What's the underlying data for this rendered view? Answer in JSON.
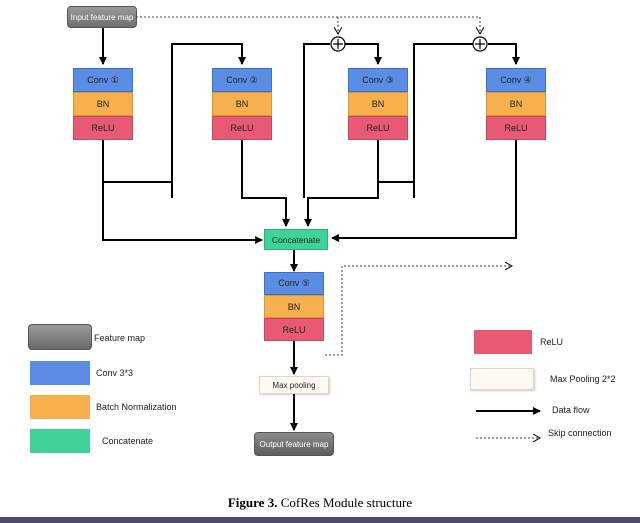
{
  "nodes": {
    "input": "Input feature map",
    "conv1": "Conv ①",
    "conv2": "Conv ②",
    "conv3": "Conv ③",
    "conv4": "Conv ④",
    "conv5": "Conv ⑤",
    "bn": "BN",
    "relu": "ReLU",
    "concatenate": "Concatenate",
    "max_pooling": "Max pooling",
    "output": "Output feature map",
    "add_symbol": "+"
  },
  "legend": {
    "feature_map": "Feature map",
    "conv": "Conv 3*3",
    "batch_norm": "Batch Normalization",
    "concatenate": "Concatenate",
    "relu": "ReLU",
    "max_pooling": "Max Pooling 2*2",
    "data_flow": "Data flow",
    "skip_connection": "Skip connection"
  },
  "caption": {
    "label": "Figure 3.",
    "text": " CofRes Module structure"
  },
  "colors": {
    "feature_map": "#7a7a7a",
    "conv": "#5b8de4",
    "bn": "#f6b14e",
    "relu": "#e85a73",
    "concatenate": "#3fd39a",
    "max_pooling": "#fbf9f1"
  }
}
